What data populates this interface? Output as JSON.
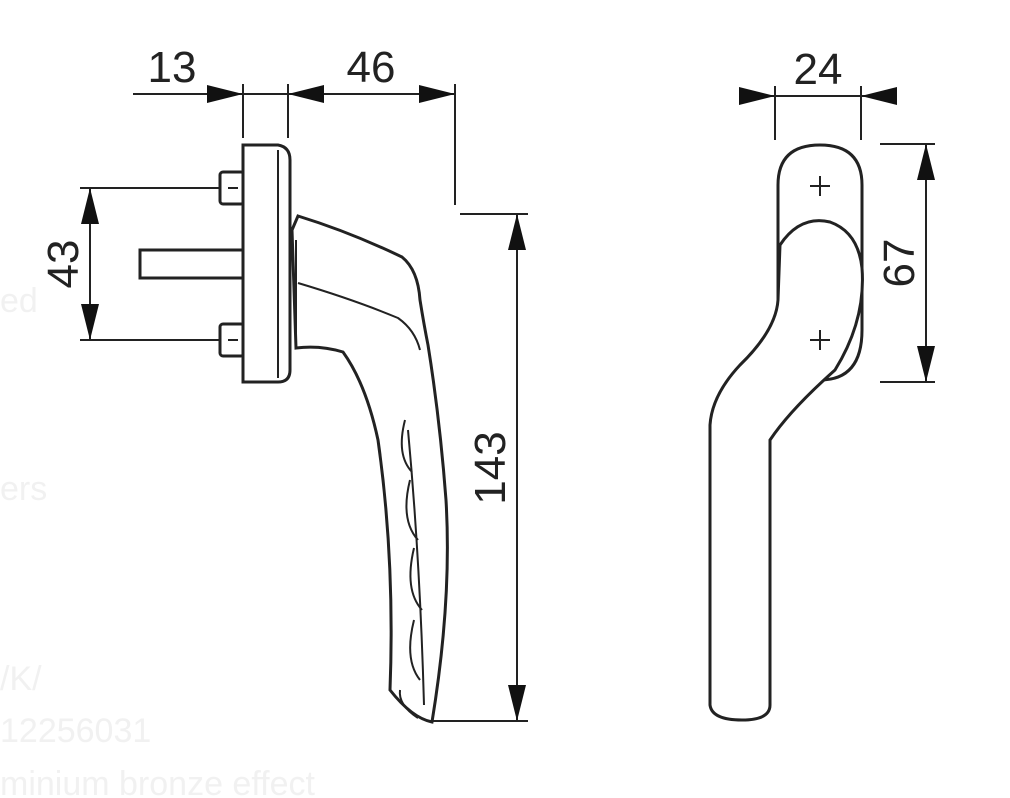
{
  "dimensions": {
    "base_width": "13",
    "handle_reach": "46",
    "screw_spacing": "43",
    "handle_length": "143",
    "side_width": "24",
    "side_height": "67"
  },
  "watermark": {
    "line1": "ed",
    "line2": "ers",
    "line3": "/K/",
    "line4": "12256031",
    "line5": "minium bronze effect"
  },
  "colors": {
    "ink": "#222222",
    "background": "#ffffff",
    "watermark": "#f1f1f1"
  }
}
